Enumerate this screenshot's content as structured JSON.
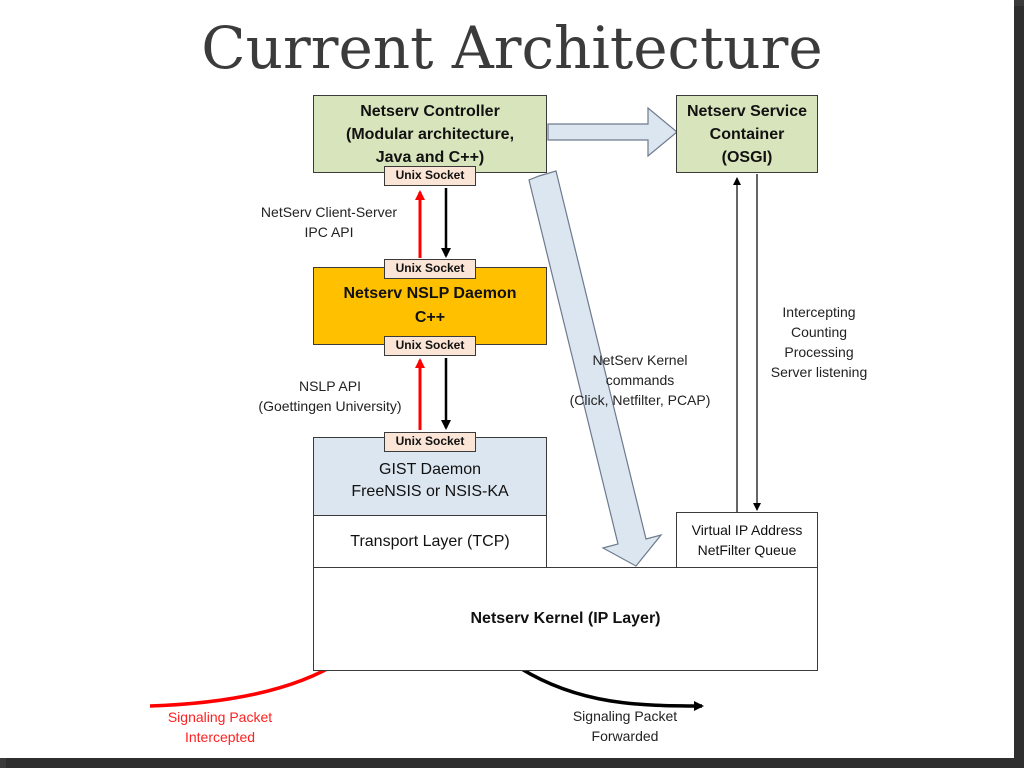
{
  "title": "Current Architecture",
  "controller": {
    "line1": "Netserv Controller",
    "line2": "(Modular architecture,",
    "line3": "Java and C++)"
  },
  "service_container": {
    "line1": "Netserv Service",
    "line2": "Container",
    "line3": "(OSGI)"
  },
  "nslp_daemon": {
    "line1": "Netserv NSLP Daemon",
    "line2": "C++"
  },
  "gist_daemon": {
    "line1": "GIST Daemon",
    "line2": "FreeNSIS or NSIS-KA"
  },
  "transport_layer": "Transport Layer (TCP)",
  "kernel": "Netserv Kernel (IP Layer)",
  "virtual_ip": {
    "line1": "Virtual IP Address",
    "line2": "NetFilter Queue"
  },
  "unix_socket": "Unix Socket",
  "labels": {
    "ipc_api": {
      "line1": "NetServ Client-Server",
      "line2": "IPC API"
    },
    "nslp_api": {
      "line1": "NSLP API",
      "line2": "(Goettingen University)"
    },
    "kernel_commands": {
      "line1": "NetServ Kernel",
      "line2": "commands",
      "line3": "(Click, Netfilter, PCAP)"
    },
    "intercepting": {
      "line1": "Intercepting",
      "line2": "Counting",
      "line3": "Processing",
      "line4": "Server listening"
    },
    "intercepted": {
      "line1": "Signaling Packet",
      "line2": "Intercepted"
    },
    "forwarded": {
      "line1": "Signaling Packet",
      "line2": "Forwarded"
    }
  },
  "colors": {
    "controller": "#d8e4bc",
    "nslp": "#ffc000",
    "gist": "#dce6f1",
    "socket": "#fbe5d6",
    "big_arrow": "#dce6f1",
    "red_arrow": "#ff0000"
  }
}
